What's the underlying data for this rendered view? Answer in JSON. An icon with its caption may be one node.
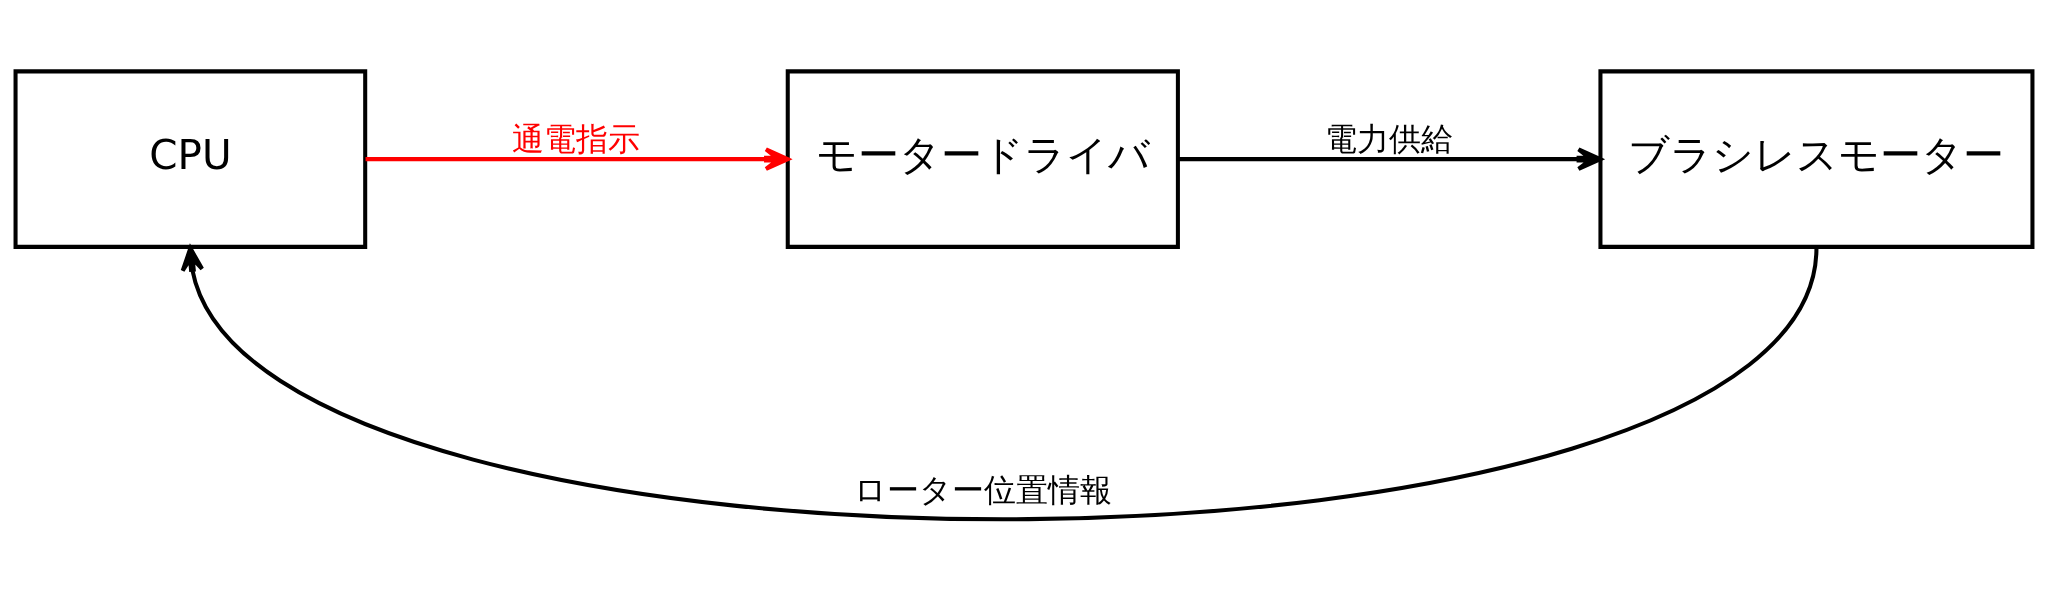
{
  "diagram": {
    "nodes": [
      {
        "text": [
          "CPU"
        ]
      },
      {
        "text": [
          "モータードライバ"
        ]
      },
      {
        "text": [
          "ブラシレスモーター"
        ]
      }
    ],
    "edges": [
      {
        "from": 0,
        "to": 1,
        "arrow": "to",
        "label": "通電指示",
        "color": "#ff0000"
      },
      {
        "from": 1,
        "to": 2,
        "arrow": "to",
        "label": "電力供給"
      },
      {
        "from": 2,
        "to": 0,
        "arrow": "to",
        "label": "ローター位置情報"
      }
    ]
  }
}
